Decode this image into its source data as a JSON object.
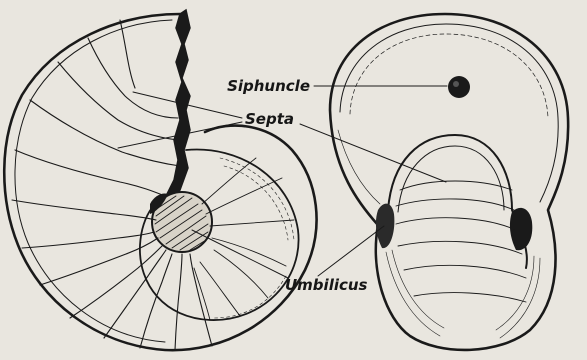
{
  "labels": {
    "siphuncle": "Siphuncle",
    "septa": "Septa",
    "umbilicus": "Umbilicus"
  },
  "colors": {
    "paper": "#e9e6df",
    "ink": "#1a1a1a"
  }
}
